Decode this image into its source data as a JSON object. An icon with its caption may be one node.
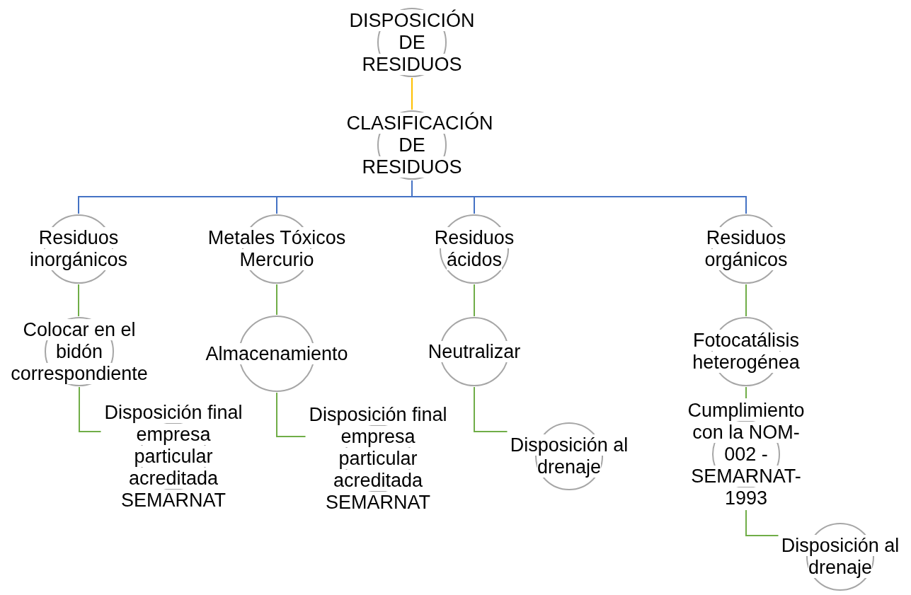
{
  "diagram": {
    "nodes": [
      {
        "text": [
          "DISPOSICIÓN DE RESIDUOS"
        ]
      },
      {
        "text": [
          "CLASIFICACIÓN DE RESIDUOS"
        ]
      },
      {
        "text": [
          "Residuos inorgánicos"
        ]
      },
      {
        "text": [
          "Metales Tóxicos Mercurio"
        ]
      },
      {
        "text": [
          "Residuos ácidos"
        ]
      },
      {
        "text": [
          "Residuos orgánicos"
        ]
      },
      {
        "text": [
          "Colocar en el bidón correspondiente"
        ]
      },
      {
        "text": [
          "Almacenamiento"
        ]
      },
      {
        "text": [
          "Neutralizar"
        ]
      },
      {
        "text": [
          "Fotocatálisis heterogénea"
        ]
      },
      {
        "text": [
          "Disposición final empresa particular acreditada SEMARNAT"
        ]
      },
      {
        "text": [
          "Disposición final empresa particular acreditada SEMARNAT"
        ]
      },
      {
        "text": [
          "Disposición al drenaje"
        ]
      },
      {
        "text": [
          "Cumplimiento con la NOM-002 - SEMARNAT-1993"
        ]
      },
      {
        "text": [
          "Disposición al drenaje"
        ]
      }
    ],
    "edges": [
      {
        "from": 0,
        "to": 1,
        "arrow": "none",
        "color": "#ffc000"
      },
      {
        "from": 1,
        "to": 2,
        "arrow": "none",
        "color": "#4472c4"
      },
      {
        "from": 1,
        "to": 3,
        "arrow": "none",
        "color": "#4472c4"
      },
      {
        "from": 1,
        "to": 4,
        "arrow": "none",
        "color": "#4472c4"
      },
      {
        "from": 1,
        "to": 5,
        "arrow": "none",
        "color": "#4472c4"
      },
      {
        "from": 2,
        "to": 6,
        "arrow": "none"
      },
      {
        "from": 3,
        "to": 7,
        "arrow": "none"
      },
      {
        "from": 4,
        "to": 8,
        "arrow": "none"
      },
      {
        "from": 5,
        "to": 9,
        "arrow": "none"
      },
      {
        "from": 6,
        "to": 10,
        "arrow": "none"
      },
      {
        "from": 7,
        "to": 11,
        "arrow": "none"
      },
      {
        "from": 8,
        "to": 12,
        "arrow": "none"
      },
      {
        "from": 9,
        "to": 13,
        "arrow": "none"
      },
      {
        "from": 13,
        "to": 14,
        "arrow": "none"
      }
    ]
  }
}
